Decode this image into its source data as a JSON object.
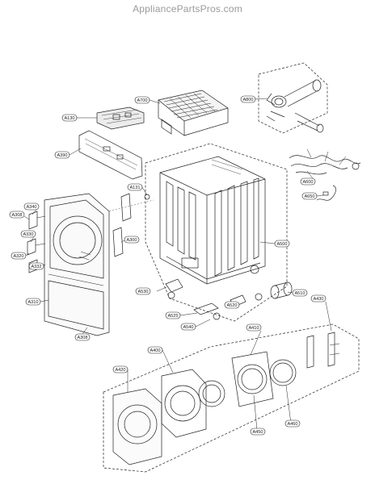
{
  "watermark": "AppliancePartsPros.com",
  "callouts": [
    {
      "id": "a700",
      "label": "A700"
    },
    {
      "id": "a800",
      "label": "A800"
    },
    {
      "id": "a130",
      "label": "A130"
    },
    {
      "id": "a390",
      "label": "A390"
    },
    {
      "id": "a131",
      "label": "A131"
    },
    {
      "id": "a600",
      "label": "A600"
    },
    {
      "id": "a650",
      "label": "A650"
    },
    {
      "id": "a340",
      "label": "A340"
    },
    {
      "id": "a308a",
      "label": "A308"
    },
    {
      "id": "a330",
      "label": "A330"
    },
    {
      "id": "a320",
      "label": "A320"
    },
    {
      "id": "a300",
      "label": "A300"
    },
    {
      "id": "a332",
      "label": "A332"
    },
    {
      "id": "a500",
      "label": "A500"
    },
    {
      "id": "a310",
      "label": "A310"
    },
    {
      "id": "a308b",
      "label": "A308"
    },
    {
      "id": "a530",
      "label": "A530"
    },
    {
      "id": "a510",
      "label": "A510"
    },
    {
      "id": "a520",
      "label": "A520"
    },
    {
      "id": "a525",
      "label": "A525"
    },
    {
      "id": "a540",
      "label": "A540"
    },
    {
      "id": "a430",
      "label": "A430"
    },
    {
      "id": "a410",
      "label": "A410"
    },
    {
      "id": "a400",
      "label": "A400"
    },
    {
      "id": "a420",
      "label": "A420"
    },
    {
      "id": "a460",
      "label": "A460"
    },
    {
      "id": "a450",
      "label": "A450"
    }
  ]
}
